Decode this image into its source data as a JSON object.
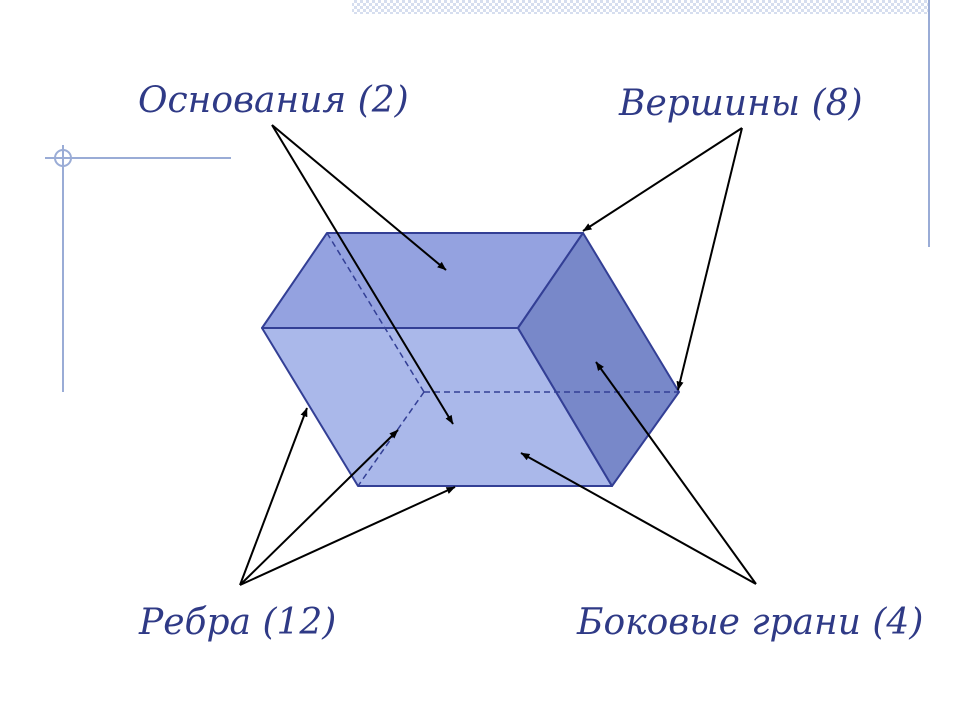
{
  "diagram": {
    "labels": {
      "bases": "Основания (2)",
      "vertices": "Вершины (8)",
      "edges": "Ребра (12)",
      "lateral_faces": "Боковые грани (4)"
    },
    "colors": {
      "label_text": "#2f3a86",
      "face_top": "#94a2e0",
      "face_front": "#aab8ea",
      "face_right": "#7888c9",
      "edge_stroke": "#333f95",
      "arrow": "#000000",
      "decor_line": "#9aacd6",
      "texture": "#d6deef"
    }
  }
}
